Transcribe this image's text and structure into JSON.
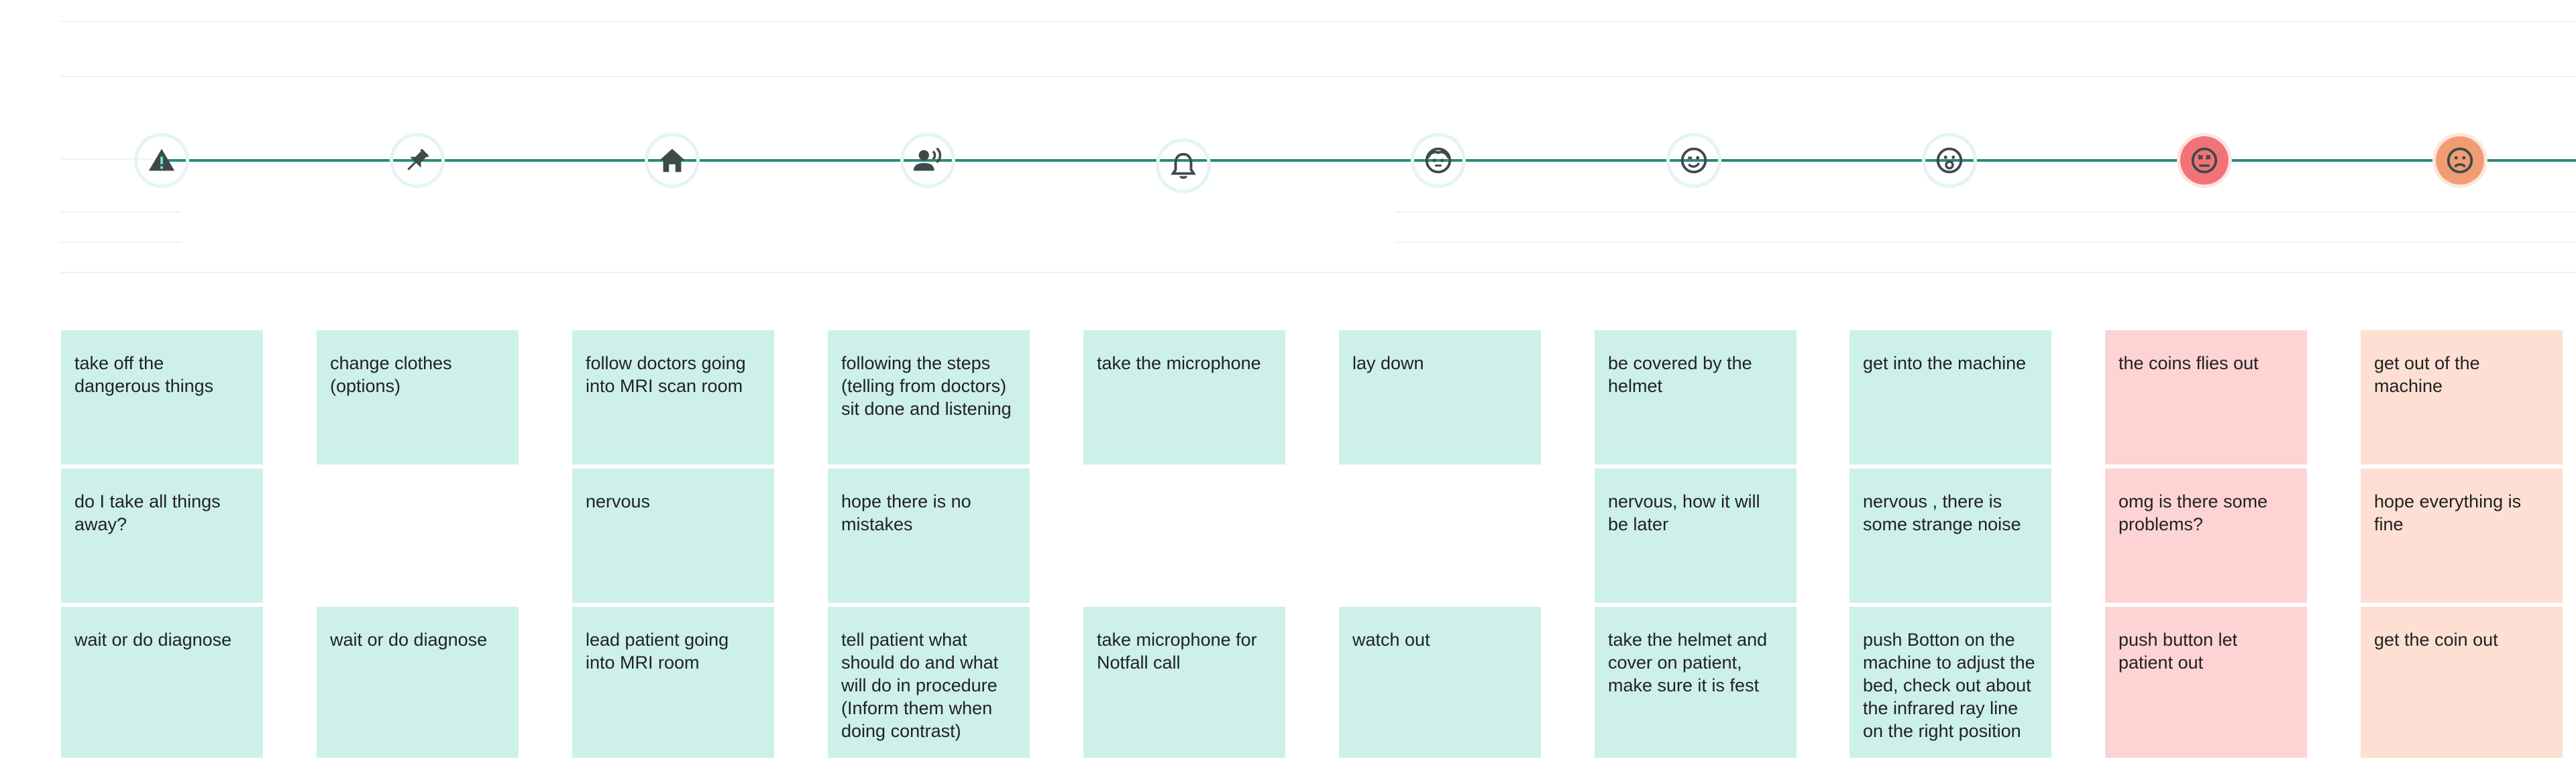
{
  "colors": {
    "timeline": "#2a8a7e",
    "icon_neutral": "#7fd9cb",
    "icon_negative": "#f27377",
    "icon_recovery": "#f29c73",
    "note_neutral": "#cdf0ea",
    "note_negative": "#fdd3d4",
    "note_recovery": "#fde0d3",
    "icon_glyph": "#3d4a4a"
  },
  "steps": [
    {
      "icon": "warning-icon",
      "tone": "teal",
      "action": "take off the dangerous things",
      "feeling": "do I take all things away?",
      "staff": "wait or do diagnose"
    },
    {
      "icon": "pushpin-icon",
      "tone": "teal",
      "action": "change clothes (options)",
      "feeling": "",
      "staff": "wait or do diagnose"
    },
    {
      "icon": "home-icon",
      "tone": "teal",
      "action": "follow doctors going into MRI scan room",
      "feeling": "nervous",
      "staff": "lead patient going into MRI room"
    },
    {
      "icon": "speaking-person-icon",
      "tone": "teal",
      "action": "following the steps (telling from doctors) sit done and listening",
      "feeling": "hope there is no mistakes",
      "staff": "tell patient what should do and what will do in procedure (Inform them when doing contrast)"
    },
    {
      "icon": "bell-icon",
      "tone": "teal",
      "action": "take the microphone",
      "feeling": "",
      "staff": "take microphone for Notfall call"
    },
    {
      "icon": "face-neutral-icon",
      "tone": "teal",
      "action": "lay down",
      "feeling": "",
      "staff": "watch out"
    },
    {
      "icon": "face-wink-icon",
      "tone": "teal",
      "action": "be covered by the helmet",
      "feeling": "nervous, how it will be later",
      "staff": "take the helmet and cover on patient, make sure it is fest"
    },
    {
      "icon": "face-surprised-icon",
      "tone": "teal",
      "action": "get into the machine",
      "feeling": "nervous , there is some strange noise",
      "staff": "push Botton on the machine to adjust the bed, check out about the infrared ray line on the right position"
    },
    {
      "icon": "face-dizzy-icon",
      "tone": "red",
      "action": "the coins flies out",
      "feeling": "omg is there some problems?",
      "staff": "push button let patient out"
    },
    {
      "icon": "face-sad-icon",
      "tone": "orange",
      "action": "get out of the machine",
      "feeling": "hope everything is fine",
      "staff": "get the coin out"
    }
  ]
}
